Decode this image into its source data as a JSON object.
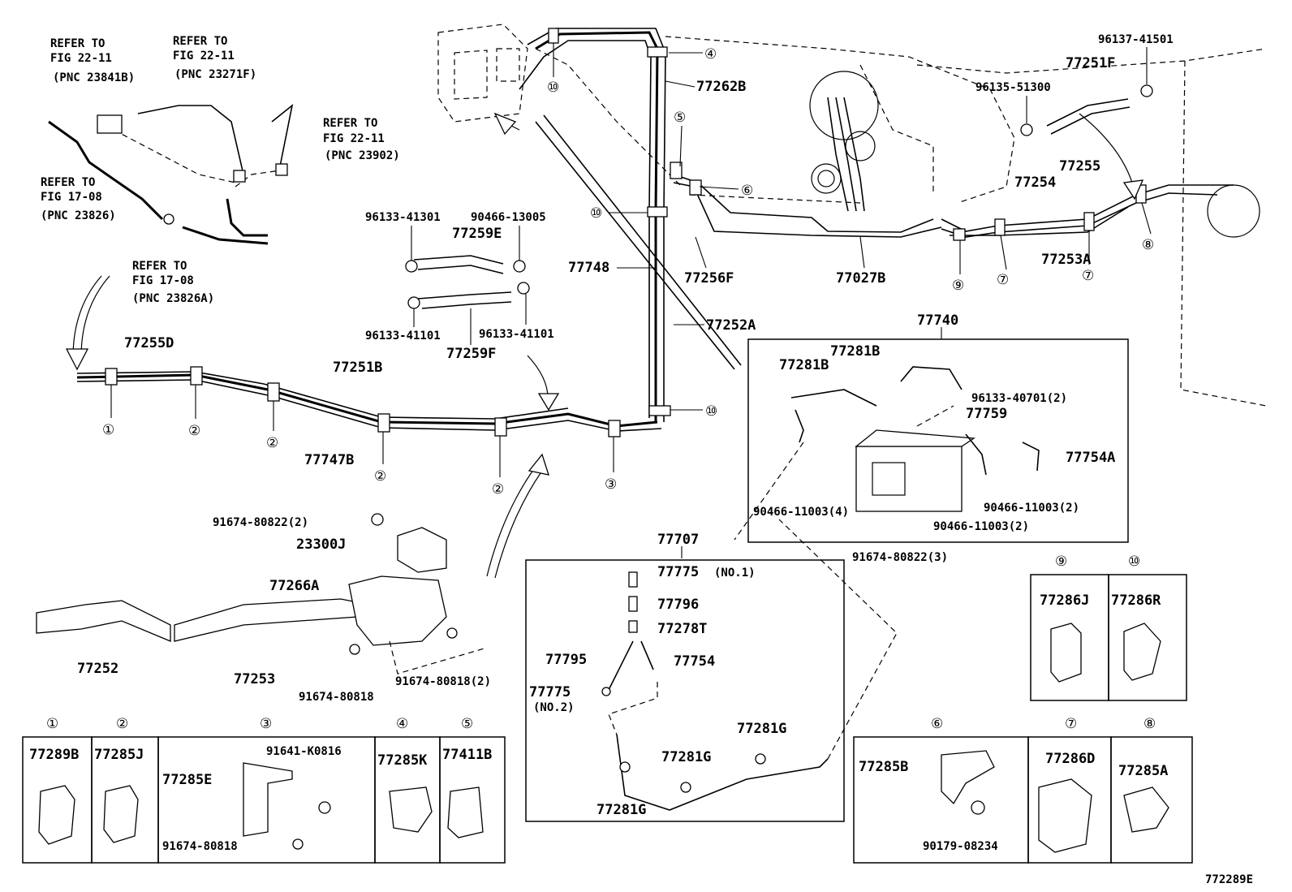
{
  "drawing_number": "772289E",
  "refer_notes": {
    "n1": {
      "l1": "REFER TO",
      "l2": "FIG 22-11",
      "l3": "(PNC 23841B)"
    },
    "n2": {
      "l1": "REFER TO",
      "l2": "FIG 22-11",
      "l3": "(PNC 23271F)"
    },
    "n3": {
      "l1": "REFER TO",
      "l2": "FIG 22-11",
      "l3": "(PNC 23902)"
    },
    "n4": {
      "l1": "REFER TO",
      "l2": "FIG 17-08",
      "l3": "(PNC 23826)"
    },
    "n5": {
      "l1": "REFER TO",
      "l2": "FIG 17-08",
      "l3": "(PNC 23826A)"
    }
  },
  "part_labels": {
    "p77255D": "77255D",
    "p77251B": "77251B",
    "p77747B": "77747B",
    "p77262B": "77262B",
    "p77748": "77748",
    "p77252A": "77252A",
    "p77256F": "77256F",
    "p77027B": "77027B",
    "p77251F": "77251F",
    "p77254": "77254",
    "p77255": "77255",
    "p77253A": "77253A",
    "p96137_41501": "96137-41501",
    "p96135_51300": "96135-51300",
    "p96133_41301": "96133-41301",
    "p90466_13005": "90466-13005",
    "p77259E": "77259E",
    "p96133_41101a": "96133-41101",
    "p96133_41101b": "96133-41101",
    "p77259F": "77259F",
    "p91674_80822_2": "91674-80822(2)",
    "p23300J": "23300J",
    "p77266A": "77266A",
    "p77252": "77252",
    "p77253": "77253",
    "p91674_80818a": "91674-80818",
    "p91674_80818_2": "91674-80818(2)",
    "p77740": "77740",
    "p77281Ba": "77281B",
    "p77281Bb": "77281B",
    "p96133_40701_2": "96133-40701(2)",
    "p77759": "77759",
    "p77754A": "77754A",
    "p90466_11003_4": "90466-11003(4)",
    "p90466_11003_2a": "90466-11003(2)",
    "p90466_11003_2b": "90466-11003(2)",
    "p91674_80822_3": "91674-80822(3)",
    "p77707": "77707",
    "p77775_no1": "77775",
    "no1": "(NO.1)",
    "p77796": "77796",
    "p77278T": "77278T",
    "p77795": "77795",
    "p77754": "77754",
    "p77775_no2": "77775",
    "no2": "(NO.2)",
    "p77281Ga": "77281G",
    "p77281Gb": "77281G",
    "p77281Gc": "77281G"
  },
  "callouts": {
    "c1": "①",
    "c2": "②",
    "c3": "③",
    "c4": "④",
    "c5": "⑤",
    "c6": "⑥",
    "c7": "⑦",
    "c8": "⑧",
    "c9": "⑨",
    "c10": "⑩"
  },
  "clamp_table": {
    "t1": "77289B",
    "t2": "77285J",
    "t3a": "91641-K0816",
    "t3b": "77285E",
    "t3c": "91674-80818",
    "t4": "77285K",
    "t5": "77411B",
    "t6a": "77285B",
    "t6b": "90179-08234",
    "t7": "77286D",
    "t8": "77285A",
    "t9": "77286J",
    "t10": "77286R"
  }
}
